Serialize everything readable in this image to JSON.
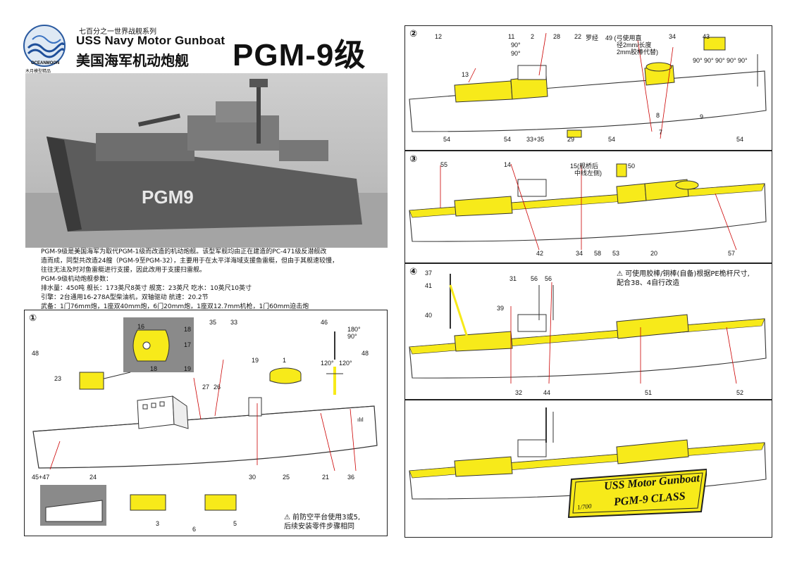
{
  "header": {
    "series": "七百分之一世界战舰系列",
    "title_en": "USS Navy Motor Gunboat",
    "title_cn": "美国海军机动炮舰",
    "model": "PGM-9级",
    "logo": "OCEANMOON",
    "logo_sub": "木月模型精品"
  },
  "photo": {
    "hull_marking": "PGM9"
  },
  "description": [
    "PGM-9级是美国海军为取代PGM-1级而改造的机动炮舰。该型军舰均由正在建造的PC-471级反潜舰改",
    "造而成，同型共改造24艘（PGM-9至PGM-32），主要用于在太平洋海域支援鱼雷艇，但由于其舰速较慢，",
    "往往无法及时对鱼雷艇进行支援，因此改用于支援扫雷舰。",
    "PGM-9级机动炮舰参数：",
    "排水量：450吨   舰长：173英尺8英寸   舰宽：23英尺   吃水：10英尺10英寸",
    "引擎：2台通用16-278A型柴油机，双轴驱动   航速：20.2节",
    "武备：1门76mm炮，1座双40mm炮，6门20mm炮，1座双12.7mm机枪，1门60mm迫击炮"
  ],
  "steps": {
    "s1": {
      "num": "①",
      "labels": [
        "48",
        "23",
        "16",
        "18",
        "17",
        "18",
        "19",
        "35",
        "33",
        "46",
        "180°",
        "90°",
        "120°",
        "120°",
        "48",
        "19",
        "1",
        "27",
        "26",
        "30",
        "25",
        "21",
        "36",
        "45+47",
        "24",
        "3",
        "6",
        "5"
      ],
      "note_line1": "⚠ 前防空平台使用3或5,",
      "note_line2": "后续安装零件步骤相同"
    },
    "s2": {
      "num": "②",
      "labels": [
        "12",
        "11",
        "90°",
        "90°",
        "13",
        "2",
        "28",
        "22",
        "罗经",
        "49 (弓使用直",
        "径2mm/长度",
        "2mm胶棒代替)",
        "34",
        "43",
        "90°",
        "90°",
        "90°",
        "90°",
        "90°",
        "54",
        "54",
        "33+35",
        "29",
        "54",
        "8",
        "9",
        "7",
        "54"
      ]
    },
    "s3": {
      "num": "③",
      "labels": [
        "55",
        "14",
        "15(舰桥后",
        "中线左侧)",
        "50",
        "42",
        "34",
        "58",
        "53",
        "20",
        "57"
      ]
    },
    "s4": {
      "num": "④",
      "labels": [
        "37",
        "41",
        "40",
        "31",
        "56",
        "56",
        "39",
        "32",
        "44",
        "51",
        "52"
      ],
      "note_line1": "⚠ 可使用胶棒/铜棒(自备)根据PE桅杆尺寸,",
      "note_line2": "配合38、4自行改造"
    },
    "final": {
      "plate_scale": "1/700",
      "plate_line1": "USS Motor Gunboat",
      "plate_line2": "PGM-9 CLASS"
    }
  },
  "colors": {
    "pe_yellow": "#f7ea1a",
    "photo_gray": "#9a9a9a"
  }
}
